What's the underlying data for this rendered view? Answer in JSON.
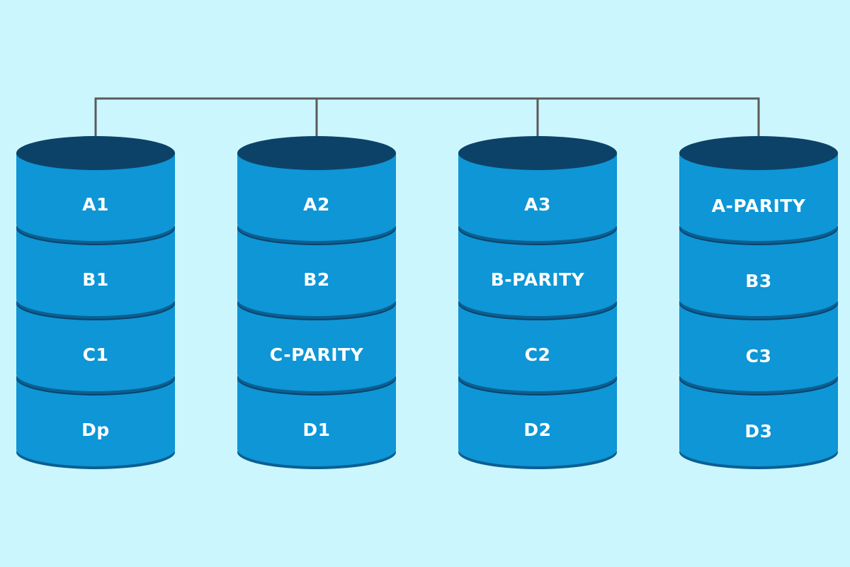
{
  "colors": {
    "background": "#ccf6fd",
    "disk_body": "#0e96d6",
    "disk_dark": "#0d4268",
    "disk_edge": "#0b5f92",
    "bus_line": "#5b5b5b",
    "label": "#ffffff"
  },
  "disks": [
    {
      "name": "disk-1",
      "blocks": [
        "A1",
        "B1",
        "C1",
        "Dp"
      ]
    },
    {
      "name": "disk-2",
      "blocks": [
        "A2",
        "B2",
        "C-PARITY",
        "D1"
      ]
    },
    {
      "name": "disk-3",
      "blocks": [
        "A3",
        "B-PARITY",
        "C2",
        "D2"
      ]
    },
    {
      "name": "disk-4",
      "blocks": [
        "A-PARITY",
        "B3",
        "C3",
        "D3"
      ]
    }
  ]
}
